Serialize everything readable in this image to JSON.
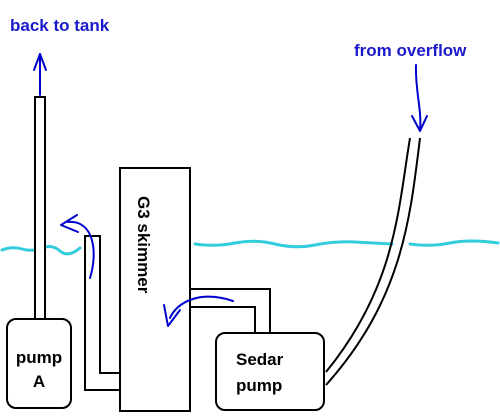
{
  "labels": {
    "back_to_tank": "back to tank",
    "from_overflow": "from overflow",
    "skimmer": "G3 skimmer",
    "pump_a_line1": "pump",
    "pump_a_line2": "A",
    "sedar_line1": "Sedar",
    "sedar_line2": "pump"
  },
  "colors": {
    "annotation_text": "#1a1acc",
    "flow_arrow": "#0000cc",
    "water_line": "#33ccdd",
    "outline": "#000000",
    "body_text": "#000000"
  }
}
